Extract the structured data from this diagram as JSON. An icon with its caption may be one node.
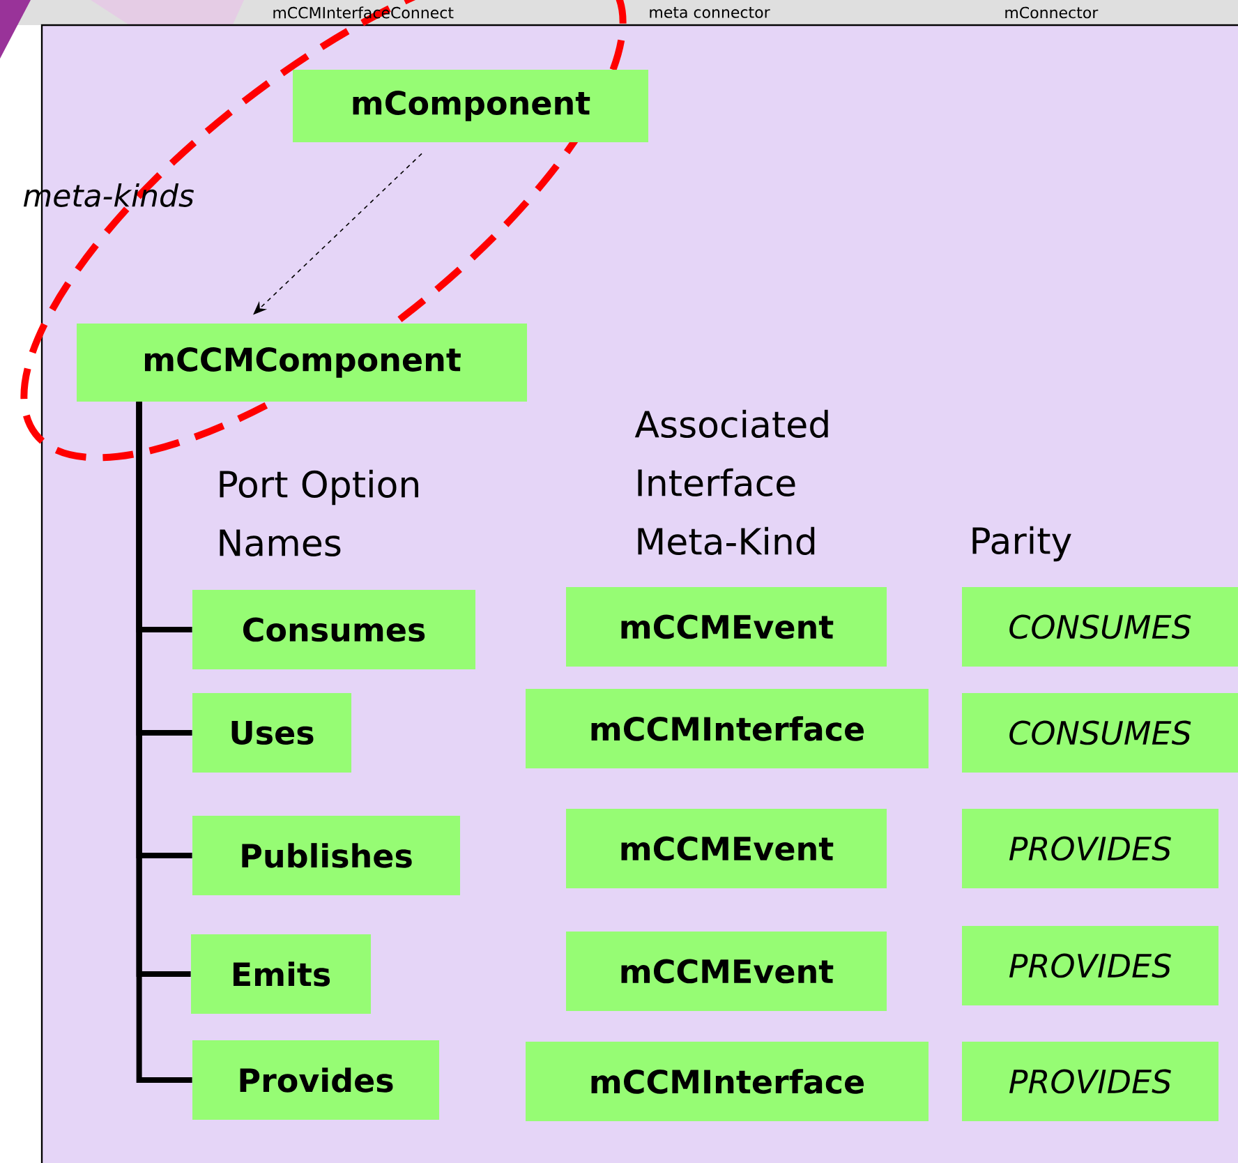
{
  "diagram": {
    "nodes": [
      {
        "text": [
          "mComponent"
        ]
      },
      {
        "text": [
          "mCCMComponent"
        ]
      },
      {
        "text": [
          "Consumes"
        ]
      },
      {
        "text": [
          "Uses"
        ]
      },
      {
        "text": [
          "Publishes"
        ]
      },
      {
        "text": [
          "Emits"
        ]
      },
      {
        "text": [
          "Provides"
        ]
      },
      {
        "text": [
          "mCCMEvent"
        ]
      },
      {
        "text": [
          "mCCMInterface"
        ]
      },
      {
        "text": [
          "mCCMEvent"
        ]
      },
      {
        "text": [
          "mCCMEvent"
        ]
      },
      {
        "text": [
          "mCCMInterface"
        ]
      },
      {
        "text": [
          "CONSUMES"
        ]
      },
      {
        "text": [
          "CONSUMES"
        ]
      },
      {
        "text": [
          "PROVIDES"
        ]
      },
      {
        "text": [
          "PROVIDES"
        ]
      },
      {
        "text": [
          "PROVIDES"
        ]
      }
    ],
    "edges": [
      {
        "from": 0,
        "to": 1,
        "arrow": "to",
        "style": "dashed"
      },
      {
        "from": 1,
        "to": 2,
        "arrow": "none"
      },
      {
        "from": 1,
        "to": 3,
        "arrow": "none"
      },
      {
        "from": 1,
        "to": 4,
        "arrow": "none"
      },
      {
        "from": 1,
        "to": 5,
        "arrow": "none"
      },
      {
        "from": 1,
        "to": 6,
        "arrow": "none"
      }
    ],
    "labels": [
      "mCCMInterfaceConnect",
      "meta connector",
      "mConnector",
      "meta-kinds",
      "Port Option Names",
      "Associated Interface Meta-Kind",
      "Parity"
    ]
  }
}
